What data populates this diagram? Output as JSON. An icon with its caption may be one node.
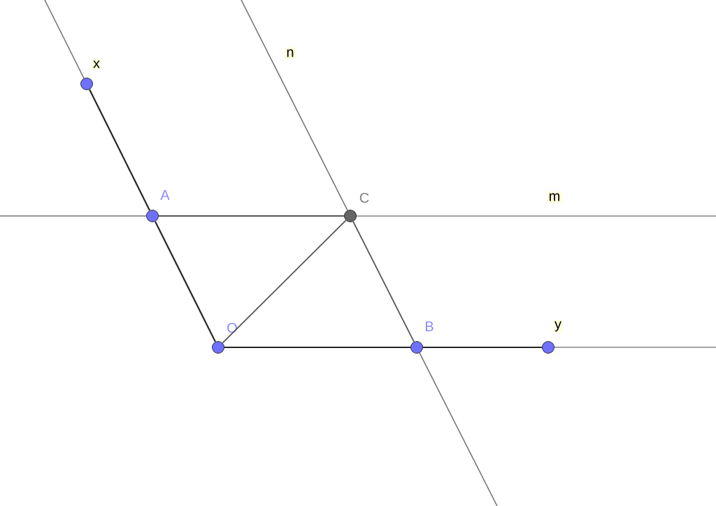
{
  "diagram": {
    "nodes": [
      {
        "text": [],
        "shape": "circle",
        "beside": [
          "x"
        ]
      },
      {
        "text": [],
        "shape": "circle",
        "beside": [
          "A"
        ]
      },
      {
        "text": [],
        "shape": "circle",
        "beside": [
          "C"
        ]
      },
      {
        "text": [],
        "shape": "circle",
        "beside": [
          "O"
        ]
      },
      {
        "text": [],
        "shape": "circle",
        "beside": [
          "B"
        ]
      },
      {
        "text": [],
        "shape": "circle",
        "beside": [
          "y"
        ]
      }
    ],
    "edges": [
      {
        "from": 0,
        "to": 1,
        "arrow": "none"
      },
      {
        "from": 1,
        "to": 3,
        "arrow": "none"
      },
      {
        "from": 3,
        "to": 4,
        "arrow": "none"
      },
      {
        "from": 4,
        "to": 5,
        "arrow": "none"
      },
      {
        "from": 3,
        "to": 2,
        "arrow": "none",
        "color": "#555555"
      },
      {
        "from": 1,
        "to": 2,
        "arrow": "none",
        "color": "#555555"
      },
      {
        "from": 2,
        "to": 4,
        "arrow": "none",
        "color": "#555555"
      }
    ],
    "labels": [
      "n",
      "m"
    ]
  }
}
